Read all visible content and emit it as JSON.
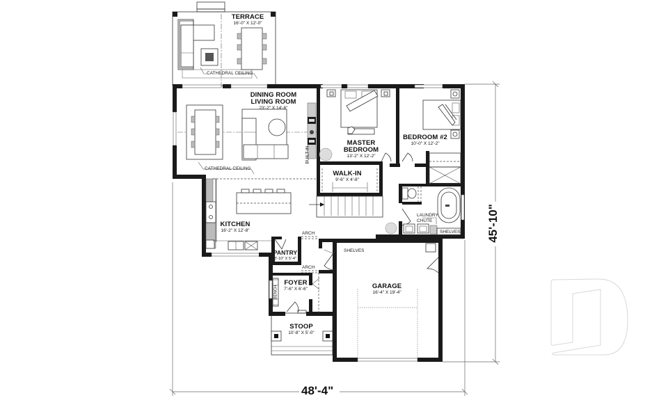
{
  "plan": {
    "overall_width": "48'-4\"",
    "overall_depth": "45'-10\"",
    "rooms": [
      {
        "id": "terrace",
        "name": "TERRACE",
        "dims": "16'-0\" X 12'-0\""
      },
      {
        "id": "dining_living",
        "name_line1": "DINING ROOM",
        "name_line2": "LIVING ROOM",
        "dims": "23'-2\" X 14'-6\""
      },
      {
        "id": "master_bedroom",
        "name_line1": "MASTER",
        "name_line2": "BEDROOM",
        "dims": "13'-2\" X 12'-2\""
      },
      {
        "id": "bedroom2",
        "name": "BEDROOM #2",
        "dims": "10'-0\" X 12'-2\""
      },
      {
        "id": "walk_in",
        "name": "WALK-IN",
        "dims": "9'-6\" X 4'-8\""
      },
      {
        "id": "kitchen",
        "name": "KITCHEN",
        "dims": "16'-2\" X 12'-8\""
      },
      {
        "id": "pantry",
        "name": "PANTRY",
        "dims": "3'-10\" X 5'-4\""
      },
      {
        "id": "foyer",
        "name": "FOYER",
        "dims": "7'-6\" X 6'-6\""
      },
      {
        "id": "garage",
        "name": "GARAGE",
        "dims": "16'-4\" X 19'-4\""
      },
      {
        "id": "stoop",
        "name": "STOOP",
        "dims": "10'-8\" X 5'-0\""
      }
    ],
    "notes": {
      "cathedral_ceiling_terrace": "CATHEDRAL CEILING",
      "cathedral_ceiling_living": "CATHEDRAL CEILING",
      "built_in": "BUILT-IN",
      "arch_upper": "ARCH",
      "arch_lower": "ARCH",
      "shelves_garage": "SHELVES",
      "shelves_bath": "SHELVES",
      "laundry_chute_1": "LAUNDRY",
      "laundry_chute_2": "CHUTE",
      "bench": "BENCH"
    }
  },
  "colors": {
    "wall": "#1a1a1a",
    "line": "#333333",
    "logo_outline": "#d8d8d8"
  }
}
